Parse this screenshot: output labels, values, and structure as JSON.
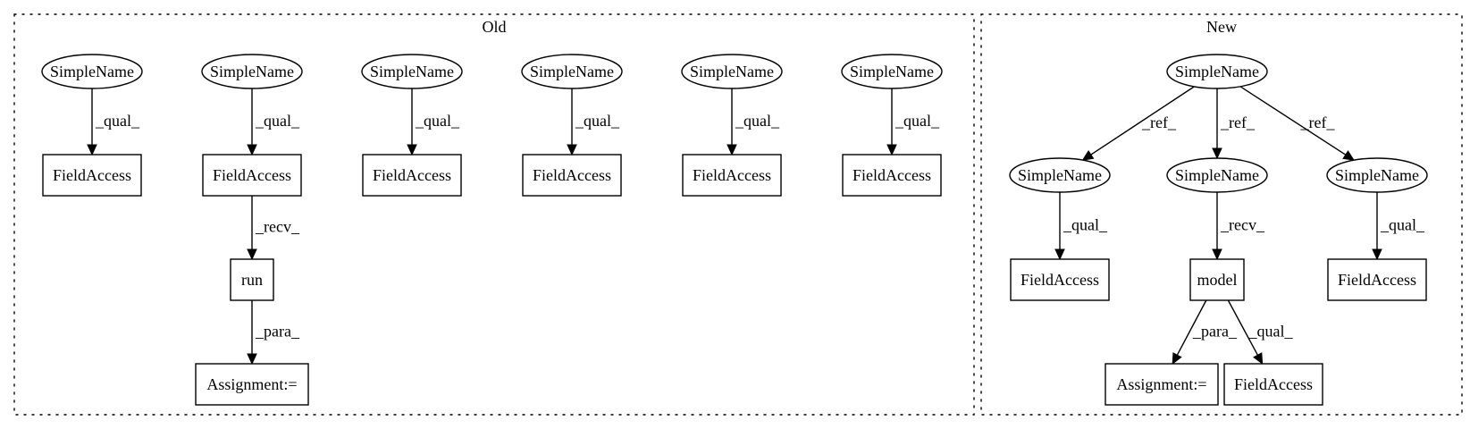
{
  "clusters": {
    "old": {
      "label": "Old"
    },
    "new": {
      "label": "New"
    }
  },
  "nodes": {
    "o_sn1": {
      "label": "SimpleName",
      "shape": "ellipse"
    },
    "o_sn2": {
      "label": "SimpleName",
      "shape": "ellipse"
    },
    "o_sn3": {
      "label": "SimpleName",
      "shape": "ellipse"
    },
    "o_sn4": {
      "label": "SimpleName",
      "shape": "ellipse"
    },
    "o_sn5": {
      "label": "SimpleName",
      "shape": "ellipse"
    },
    "o_sn6": {
      "label": "SimpleName",
      "shape": "ellipse"
    },
    "o_fa1": {
      "label": "FieldAccess",
      "shape": "box"
    },
    "o_fa2": {
      "label": "FieldAccess",
      "shape": "box"
    },
    "o_fa3": {
      "label": "FieldAccess",
      "shape": "box"
    },
    "o_fa4": {
      "label": "FieldAccess",
      "shape": "box"
    },
    "o_fa5": {
      "label": "FieldAccess",
      "shape": "box"
    },
    "o_fa6": {
      "label": "FieldAccess",
      "shape": "box"
    },
    "o_run": {
      "label": "run",
      "shape": "box"
    },
    "o_asg": {
      "label": "Assignment:=",
      "shape": "box"
    },
    "n_sn_top": {
      "label": "SimpleName",
      "shape": "ellipse"
    },
    "n_sn1": {
      "label": "SimpleName",
      "shape": "ellipse"
    },
    "n_sn2": {
      "label": "SimpleName",
      "shape": "ellipse"
    },
    "n_sn3": {
      "label": "SimpleName",
      "shape": "ellipse"
    },
    "n_fa1": {
      "label": "FieldAccess",
      "shape": "box"
    },
    "n_model": {
      "label": "model",
      "shape": "box"
    },
    "n_fa3": {
      "label": "FieldAccess",
      "shape": "box"
    },
    "n_asg": {
      "label": "Assignment:=",
      "shape": "box"
    },
    "n_fa4": {
      "label": "FieldAccess",
      "shape": "box"
    }
  },
  "edges": [
    {
      "from": "o_sn1",
      "to": "o_fa1",
      "label": "_qual_"
    },
    {
      "from": "o_sn2",
      "to": "o_fa2",
      "label": "_qual_"
    },
    {
      "from": "o_sn3",
      "to": "o_fa3",
      "label": "_qual_"
    },
    {
      "from": "o_sn4",
      "to": "o_fa4",
      "label": "_qual_"
    },
    {
      "from": "o_sn5",
      "to": "o_fa5",
      "label": "_qual_"
    },
    {
      "from": "o_sn6",
      "to": "o_fa6",
      "label": "_qual_"
    },
    {
      "from": "o_fa2",
      "to": "o_run",
      "label": "_recv_"
    },
    {
      "from": "o_run",
      "to": "o_asg",
      "label": "_para_"
    },
    {
      "from": "n_sn_top",
      "to": "n_sn1",
      "label": "_ref_"
    },
    {
      "from": "n_sn_top",
      "to": "n_sn2",
      "label": "_ref_"
    },
    {
      "from": "n_sn_top",
      "to": "n_sn3",
      "label": "_ref_"
    },
    {
      "from": "n_sn1",
      "to": "n_fa1",
      "label": "_qual_"
    },
    {
      "from": "n_sn2",
      "to": "n_model",
      "label": "_recv_"
    },
    {
      "from": "n_sn3",
      "to": "n_fa3",
      "label": "_qual_"
    },
    {
      "from": "n_model",
      "to": "n_asg",
      "label": "_para_"
    },
    {
      "from": "n_model",
      "to": "n_fa4",
      "label": "_qual_"
    }
  ]
}
